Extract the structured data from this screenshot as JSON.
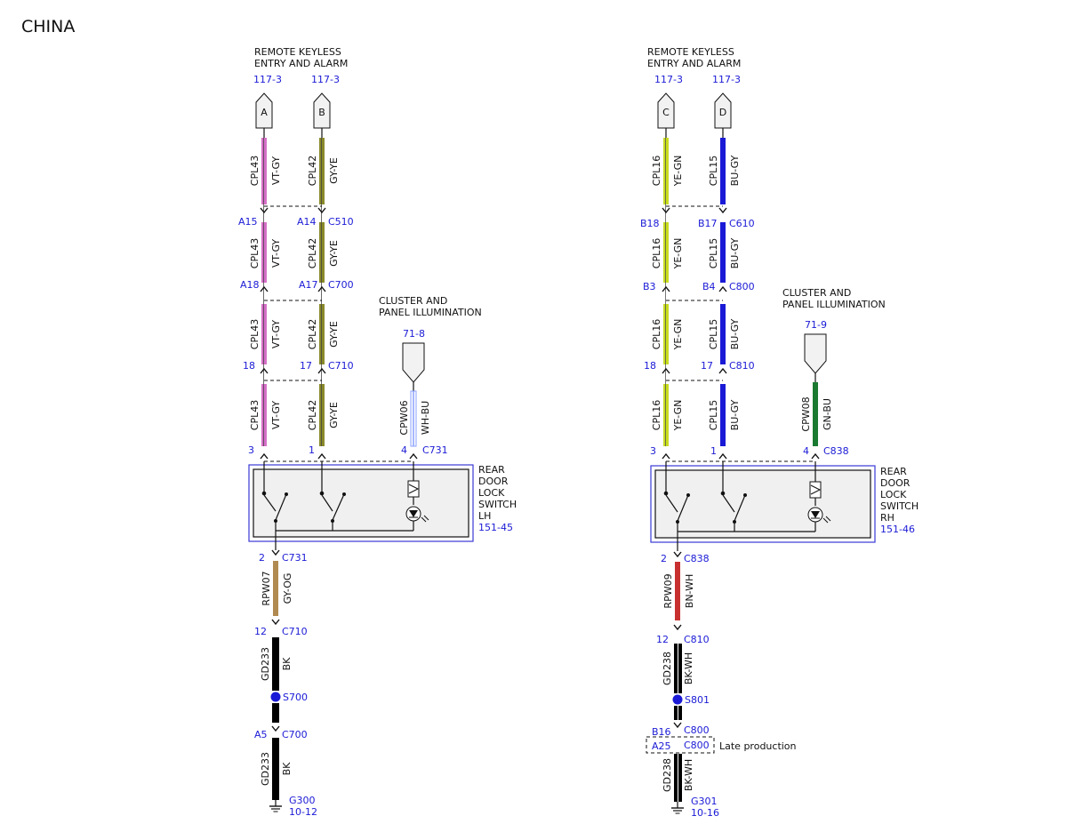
{
  "region_label": "CHINA",
  "left": {
    "source_title": [
      "REMOTE KEYLESS",
      "ENTRY AND ALARM"
    ],
    "source_pages": [
      "117-3",
      "117-3"
    ],
    "connector_letters": [
      "A",
      "B"
    ],
    "col1_wire": {
      "circuit": "CPL43",
      "color_code": "VT-GY",
      "color": "#d670c8"
    },
    "col2_wire": {
      "circuit": "CPL42",
      "color_code": "GY-YE",
      "color": "#8a8a2c"
    },
    "connectors": [
      {
        "p1": "A15",
        "p2": "A14",
        "name": "C510"
      },
      {
        "p1": "A18",
        "p2": "A17",
        "name": "C700"
      },
      {
        "p1": "18",
        "p2": "17",
        "name": "C710"
      }
    ],
    "illum_title": [
      "CLUSTER AND",
      "PANEL ILLUMINATION"
    ],
    "illum_page": "71-8",
    "illum_wire": {
      "circuit": "CPW06",
      "color_code": "WH-BU",
      "color": "#8aa0ff"
    },
    "switch_pins": [
      "3",
      "1",
      "4"
    ],
    "switch_connector": "C731",
    "switch_title": [
      "REAR",
      "DOOR",
      "LOCK",
      "SWITCH",
      "LH"
    ],
    "switch_page": "151-45",
    "out_pin": "2",
    "out_connector": "C731",
    "out_wire": {
      "circuit": "RPW07",
      "color_code": "GY-OG",
      "color": "#b08a50"
    },
    "c710_pin": "12",
    "c710_name": "C710",
    "ground_wire": {
      "circuit": "GD233",
      "color_code": "BK",
      "color": "#000000"
    },
    "splice": "S700",
    "c700_pin": "A5",
    "c700_name": "C700",
    "ground_name": "G300",
    "ground_page": "10-12"
  },
  "right": {
    "source_title": [
      "REMOTE KEYLESS",
      "ENTRY AND ALARM"
    ],
    "source_pages": [
      "117-3",
      "117-3"
    ],
    "connector_letters": [
      "C",
      "D"
    ],
    "col1_wire": {
      "circuit": "CPL16",
      "color_code": "YE-GN",
      "color": "#c8dc1e"
    },
    "col2_wire": {
      "circuit": "CPL15",
      "color_code": "BU-GY",
      "color": "#1a1ad6"
    },
    "connectors": [
      {
        "p1": "B18",
        "p2": "B17",
        "name": "C610"
      },
      {
        "p1": "B3",
        "p2": "B4",
        "name": "C800"
      },
      {
        "p1": "18",
        "p2": "17",
        "name": "C810"
      }
    ],
    "illum_title": [
      "CLUSTER AND",
      "PANEL ILLUMINATION"
    ],
    "illum_page": "71-9",
    "illum_wire": {
      "circuit": "CPW08",
      "color_code": "GN-BU",
      "color": "#1a7a30"
    },
    "switch_pins": [
      "3",
      "1",
      "4"
    ],
    "switch_connector": "C838",
    "switch_title": [
      "REAR",
      "DOOR",
      "LOCK",
      "SWITCH",
      "RH"
    ],
    "switch_page": "151-46",
    "out_pin": "2",
    "out_connector": "C838",
    "out_wire": {
      "circuit": "RPW09",
      "color_code": "BN-WH",
      "color": "#c83030"
    },
    "c810_pin": "12",
    "c810_name": "C810",
    "ground_wire": {
      "circuit": "GD238",
      "color_code": "BK-WH",
      "color": "#000000"
    },
    "splice": "S801",
    "c800_pin": "B16",
    "c800_name": "C800",
    "late_pin": "A25",
    "late_name": "C800",
    "late_note": "Late production",
    "ground_name": "G301",
    "ground_page": "10-16"
  }
}
